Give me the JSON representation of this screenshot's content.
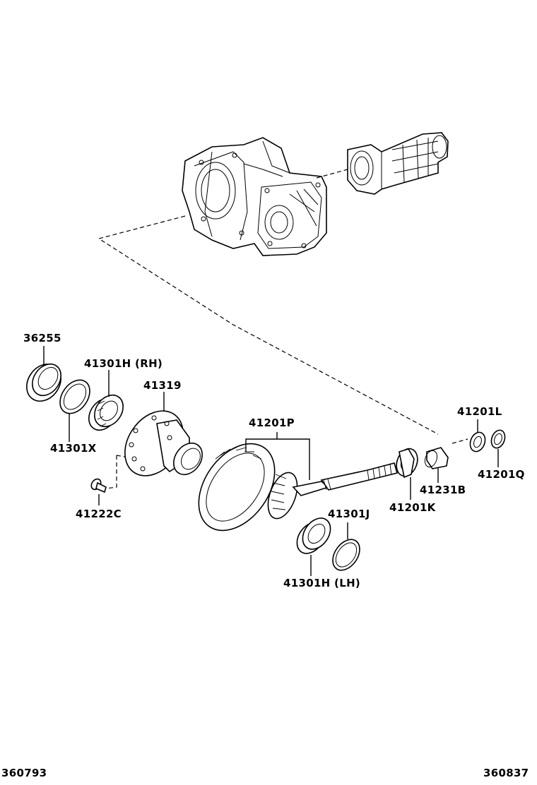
{
  "diagram": {
    "labels": {
      "p36255": "36255",
      "p41301H_RH": "41301H (RH)",
      "p41319": "41319",
      "p41301X": "41301X",
      "p41222C": "41222C",
      "p41201P": "41201P",
      "p41201L": "41201L",
      "p41201Q": "41201Q",
      "p41231B": "41231B",
      "p41201K": "41201K",
      "p41301J": "41301J",
      "p41301H_LH": "41301H (LH)"
    },
    "footer": {
      "left_code": "360793",
      "right_code": "360837"
    }
  }
}
